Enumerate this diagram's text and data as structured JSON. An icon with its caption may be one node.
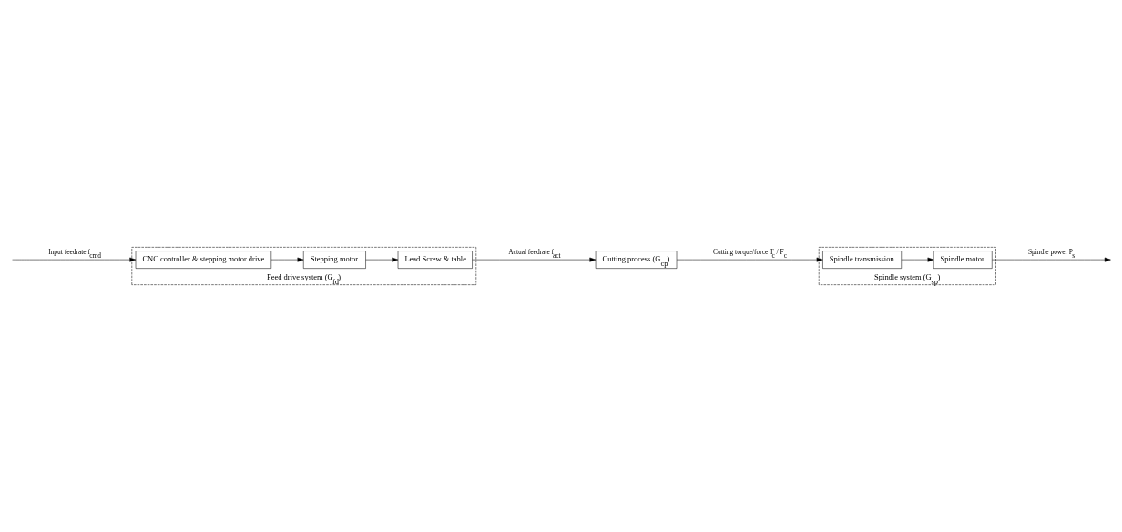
{
  "diagram": {
    "nodes": [
      {
        "text": [
          "Feed drive system (G$_{fd}$)"
        ]
      },
      {
        "text": [
          "CNC controller & stepping motor drive"
        ],
        "in": 0
      },
      {
        "text": [
          "Stepping motor"
        ],
        "in": 0
      },
      {
        "text": [
          "Lead Screw & table"
        ],
        "in": 0
      },
      {
        "text": [
          "Cutting process (G$_{cp}$)"
        ]
      },
      {
        "text": [
          "Spindle system (G$_{sp}$)"
        ]
      },
      {
        "text": [
          "Spindle transmission"
        ],
        "in": 5
      },
      {
        "text": [
          "Spindle motor"
        ],
        "in": 5
      }
    ],
    "edges": [
      {
        "from": null,
        "to": 1,
        "arrow": "to",
        "label": "Input feedrate f$_{cmd}$"
      },
      {
        "from": 1,
        "to": 2,
        "arrow": "to"
      },
      {
        "from": 2,
        "to": 3,
        "arrow": "to"
      },
      {
        "from": 3,
        "to": 4,
        "arrow": "to",
        "label": "Actual feedrate f$_{act}$"
      },
      {
        "from": 4,
        "to": 6,
        "arrow": "to",
        "label": "Cutting torque/force T$_{c}$ / F$_{c}$"
      },
      {
        "from": 6,
        "to": 7,
        "arrow": "to"
      },
      {
        "from": 7,
        "to": null,
        "arrow": "to",
        "label": "Spindle power P$_{s}$"
      }
    ]
  }
}
